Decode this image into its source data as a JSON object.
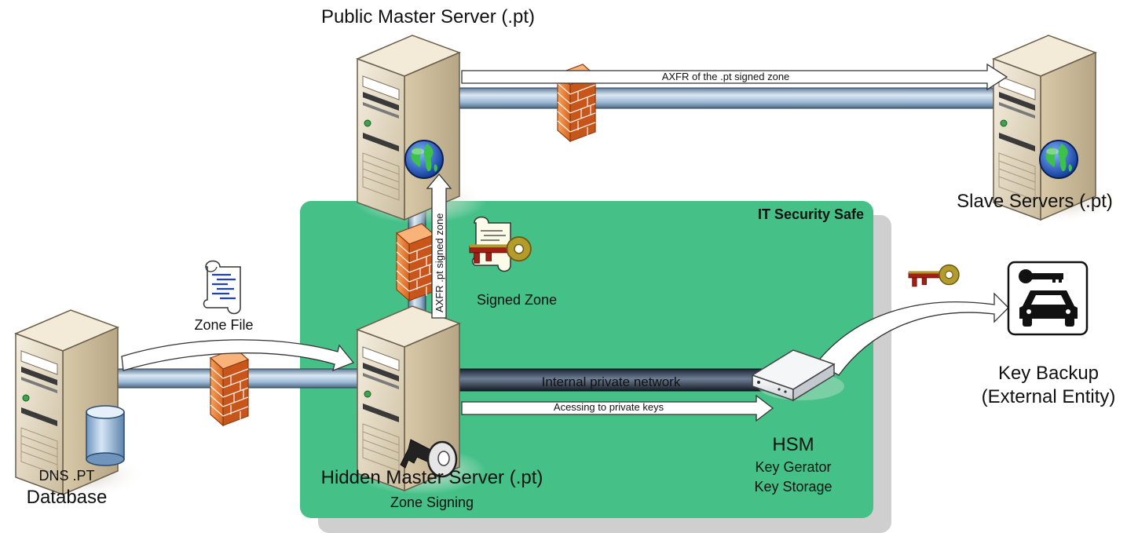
{
  "safe": {
    "title": "IT Security Safe"
  },
  "servers": {
    "public_master": {
      "label": "Public Master Server (.pt)"
    },
    "slave": {
      "label": "Slave Servers (.pt)"
    },
    "hidden_master": {
      "label": "Hidden Master Server (.pt)",
      "sublabel": "Zone Signing"
    },
    "database": {
      "label_top": "DNS .PT",
      "label_bottom": "Database"
    }
  },
  "artifacts": {
    "zone_file": "Zone File",
    "signed_zone": "Signed Zone"
  },
  "links": {
    "axfr_public": "AXFR of the .pt signed zone",
    "axfr_hidden": "AXFR .pt signed zone",
    "internal_network": "Internal private network",
    "private_keys": "Acessing to private keys"
  },
  "hsm": {
    "title": "HSM",
    "line1": "Key Gerator",
    "line2": "Key Storage"
  },
  "key_backup": {
    "line1": "Key Backup",
    "line2": "(External Entity)"
  },
  "colors": {
    "safe_green": "#45c087",
    "safe_shadow": "#cfcfcf",
    "pipe_blue": "#a9c5de",
    "server_beige": "#e9dcc4",
    "firewall_orange": "#ef8a3c",
    "key_olive": "#9a8a2e",
    "key_red": "#9a2a1e"
  }
}
